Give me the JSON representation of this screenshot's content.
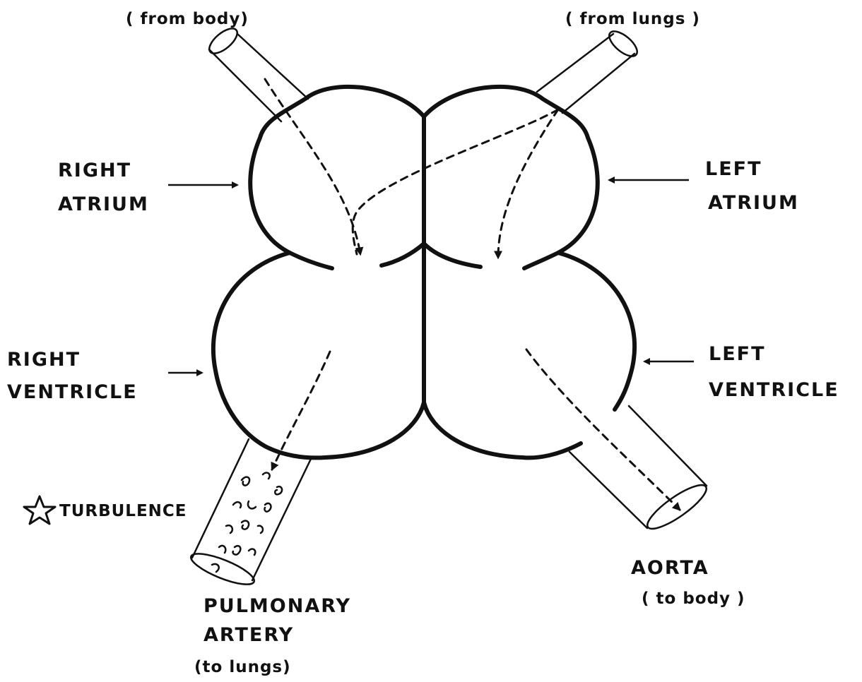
{
  "labels": {
    "from_body": "( from body)",
    "from_lungs": "( from lungs )",
    "right_atrium_line1": "RIGHT",
    "right_atrium_line2": "ATRIUM",
    "left_atrium_line1": "LEFT",
    "left_atrium_line2": "ATRIUM",
    "right_ventricle_line1": "RIGHT",
    "right_ventricle_line2": "VENTRICLE",
    "left_ventricle_line1": "LEFT",
    "left_ventricle_line2": "VENTRICLE",
    "turbulence": "TURBULENCE",
    "pulmonary_line1": "PULMONARY",
    "pulmonary_line2": "ARTERY",
    "pulmonary_line3": "(to lungs)",
    "aorta_line1": "AORTA",
    "aorta_line2": "( to body )"
  },
  "icons": {
    "turbulence_marker": "star-icon"
  },
  "colors": {
    "ink": "#111111",
    "paper": "#ffffff"
  }
}
